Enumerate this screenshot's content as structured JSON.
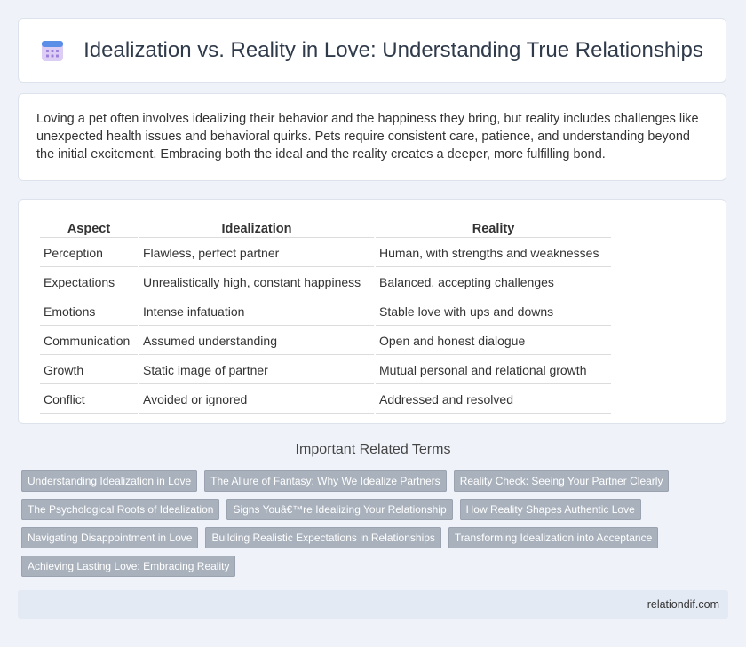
{
  "header": {
    "title": "Idealization vs. Reality in Love: Understanding True Relationships",
    "icon": "calendar-icon"
  },
  "intro": {
    "text": "Loving a pet often involves idealizing their behavior and the happiness they bring, but reality includes challenges like unexpected health issues and behavioral quirks. Pets require consistent care, patience, and understanding beyond the initial excitement. Embracing both the ideal and the reality creates a deeper, more fulfilling bond."
  },
  "table": {
    "headers": [
      "Aspect",
      "Idealization",
      "Reality"
    ],
    "rows": [
      [
        "Perception",
        "Flawless, perfect partner",
        "Human, with strengths and weaknesses"
      ],
      [
        "Expectations",
        "Unrealistically high, constant happiness",
        "Balanced, accepting challenges"
      ],
      [
        "Emotions",
        "Intense infatuation",
        "Stable love with ups and downs"
      ],
      [
        "Communication",
        "Assumed understanding",
        "Open and honest dialogue"
      ],
      [
        "Growth",
        "Static image of partner",
        "Mutual personal and relational growth"
      ],
      [
        "Conflict",
        "Avoided or ignored",
        "Addressed and resolved"
      ]
    ]
  },
  "related": {
    "title": "Important Related Terms",
    "tags": [
      "Understanding Idealization in Love",
      "The Allure of Fantasy: Why We Idealize Partners",
      "Reality Check: Seeing Your Partner Clearly",
      "The Psychological Roots of Idealization",
      "Signs Youâ€™re Idealizing Your Relationship",
      "How Reality Shapes Authentic Love",
      "Navigating Disappointment in Love",
      "Building Realistic Expectations in Relationships",
      "Transforming Idealization into Acceptance",
      "Achieving Lasting Love: Embracing Reality"
    ]
  },
  "footer": {
    "site": "relationdif.com"
  },
  "colors": {
    "background": "#eff3f9",
    "tag": "#a9b1bc",
    "footer": "#e4eaf4",
    "icon_top": "#5b8ee6",
    "icon_body": "#c9b3ec"
  }
}
